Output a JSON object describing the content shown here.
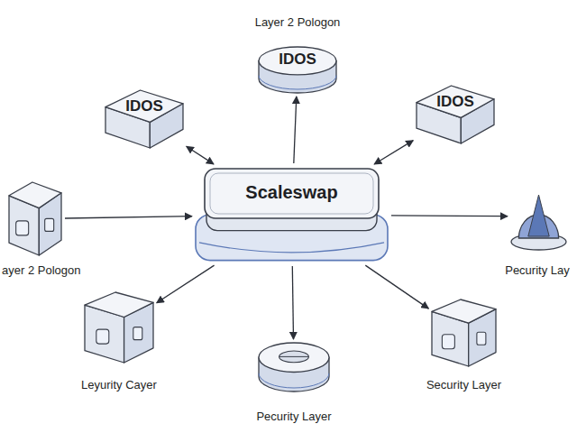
{
  "diagram": {
    "nodes": [
      {
        "text": [
          "Layer 2 Pologon",
          "IDOS"
        ]
      },
      {
        "text": [
          "IDOS"
        ]
      },
      {
        "text": [
          "IDOS"
        ]
      },
      {
        "text": [
          "ayer 2 Pologon"
        ]
      },
      {
        "text": [
          "Scaleswap"
        ]
      },
      {
        "text": [
          "Pecurity Lay"
        ]
      },
      {
        "text": [
          "Leyurity Cayer"
        ]
      },
      {
        "text": [
          "Pecurity Layer"
        ]
      },
      {
        "text": [
          "Security Layer"
        ]
      }
    ],
    "edges": [
      {
        "from": 4,
        "to": 0,
        "arrow": "to"
      },
      {
        "from": 4,
        "to": 1,
        "arrow": "both"
      },
      {
        "from": 4,
        "to": 2,
        "arrow": "both"
      },
      {
        "from": 3,
        "to": 4,
        "arrow": "to"
      },
      {
        "from": 4,
        "to": 5,
        "arrow": "to"
      },
      {
        "from": 4,
        "to": 6,
        "arrow": "to"
      },
      {
        "from": 4,
        "to": 7,
        "arrow": "to"
      },
      {
        "from": 4,
        "to": 8,
        "arrow": "to"
      }
    ]
  }
}
